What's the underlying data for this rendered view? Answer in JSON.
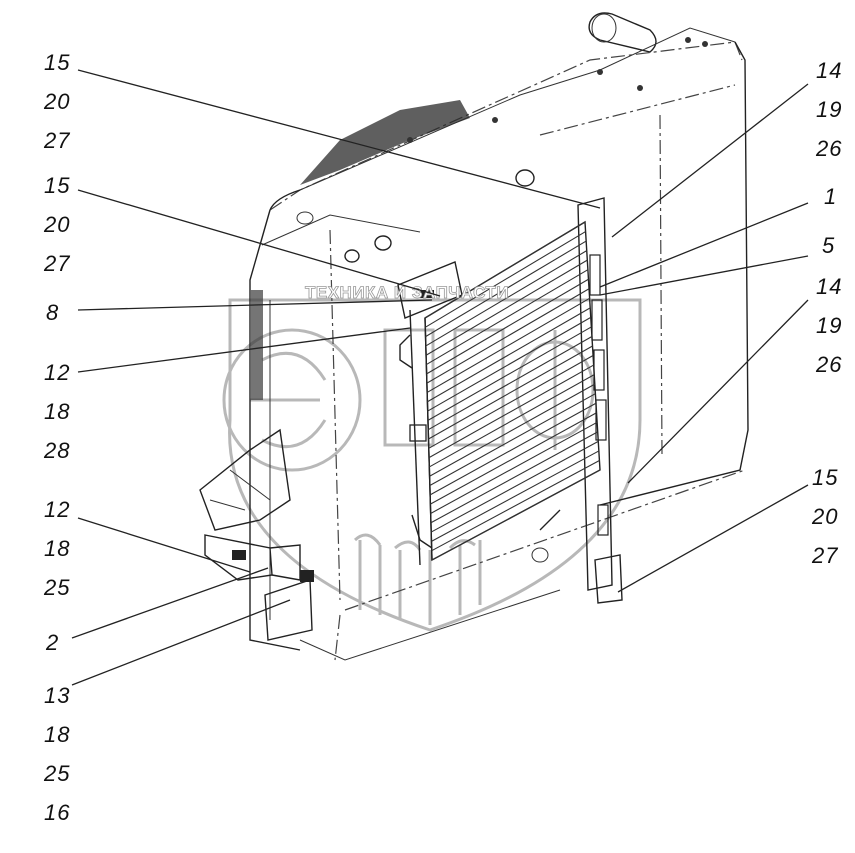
{
  "watermark": {
    "text": "ТЕХНИКА И ЗАПЧАСТИ",
    "color": "#b8b8b8"
  },
  "callouts": {
    "left": [
      {
        "id": "l1",
        "label": "15"
      },
      {
        "id": "l2",
        "label": "20"
      },
      {
        "id": "l3",
        "label": "27"
      },
      {
        "id": "l4",
        "label": "15"
      },
      {
        "id": "l5",
        "label": "20"
      },
      {
        "id": "l6",
        "label": "27"
      },
      {
        "id": "l7",
        "label": "8"
      },
      {
        "id": "l8",
        "label": "12"
      },
      {
        "id": "l9",
        "label": "18"
      },
      {
        "id": "l10",
        "label": "28"
      },
      {
        "id": "l11",
        "label": "12"
      },
      {
        "id": "l12",
        "label": "18"
      },
      {
        "id": "l13",
        "label": "25"
      },
      {
        "id": "l14",
        "label": "2"
      },
      {
        "id": "l15",
        "label": "13"
      },
      {
        "id": "l16",
        "label": "18"
      },
      {
        "id": "l17",
        "label": "25"
      },
      {
        "id": "l18",
        "label": "16"
      }
    ],
    "right": [
      {
        "id": "r1",
        "label": "14"
      },
      {
        "id": "r2",
        "label": "19"
      },
      {
        "id": "r3",
        "label": "26"
      },
      {
        "id": "r4",
        "label": "1"
      },
      {
        "id": "r5",
        "label": "5"
      },
      {
        "id": "r6",
        "label": "14"
      },
      {
        "id": "r7",
        "label": "19"
      },
      {
        "id": "r8",
        "label": "26"
      },
      {
        "id": "r9",
        "label": "15"
      },
      {
        "id": "r10",
        "label": "20"
      },
      {
        "id": "r11",
        "label": "27"
      }
    ]
  }
}
